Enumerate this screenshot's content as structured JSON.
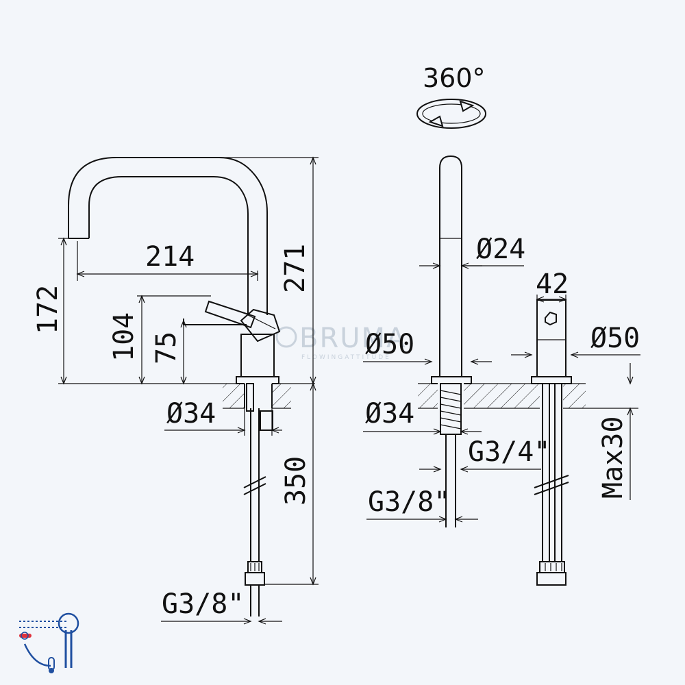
{
  "rotation": {
    "label": "360°"
  },
  "watermark": {
    "brand": "BRUMA",
    "tagline": "FLOWINGATTITUDE"
  },
  "side_view": {
    "dims": {
      "reach": "214",
      "spout_height": "172",
      "total_height": "271",
      "lever_height": "104",
      "body_height": "75",
      "base_diameter": "Ø34",
      "hose_length": "350",
      "hose_thread": "G3/8\""
    }
  },
  "front_view": {
    "dims": {
      "spout_diameter": "Ø24",
      "base_diameter": "Ø50",
      "shank_diameter": "Ø34",
      "shank_thread": "G3/4\"",
      "hose_thread": "G3/8\""
    }
  },
  "side_detail": {
    "dims": {
      "width": "42",
      "diameter": "Ø50",
      "max_thickness": "Max30"
    }
  },
  "icons": {
    "lever": "single-lever-mixer-icon",
    "cold": "cold-water-icon",
    "thermo": "temperature-icon"
  },
  "colors": {
    "line": "#111111",
    "background": "#f3f6fa",
    "hot": "#e0323c",
    "icon": "#1f4fa0"
  }
}
